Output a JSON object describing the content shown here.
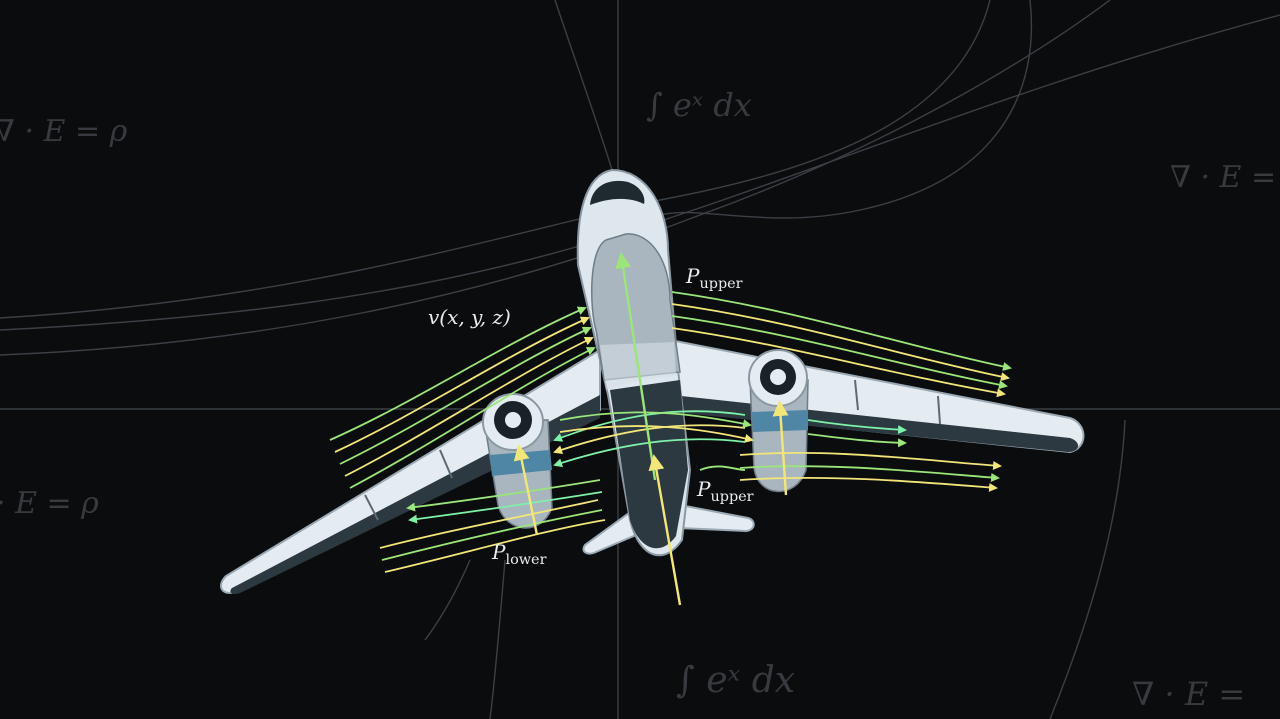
{
  "background_equations": {
    "divergence": "∇ · E = ρ",
    "divergence_right": "∇ · E =",
    "divergence_bottom_right": "∇ · E =",
    "divergence_left_bottom": "· E = ρ",
    "integral": "∫ eˣ dx"
  },
  "labels": {
    "velocity_field": "v(x, y, z)",
    "pressure_symbol": "P",
    "upper_subscript": "upper",
    "lower_subscript": "lower"
  },
  "colors": {
    "background": "#0b0c0e",
    "fuselage": "#dfe7ee",
    "wing_top": "#e4ecf1",
    "wing_underside": "#2c3940",
    "nacelle": "#a9b5bf",
    "nacelle_band": "#4f86a6",
    "flow_green": "#9be57a",
    "flow_yellow": "#f2e67a",
    "flow_cyan_green": "#7ff0a8",
    "grid_line": "#3b4046"
  }
}
